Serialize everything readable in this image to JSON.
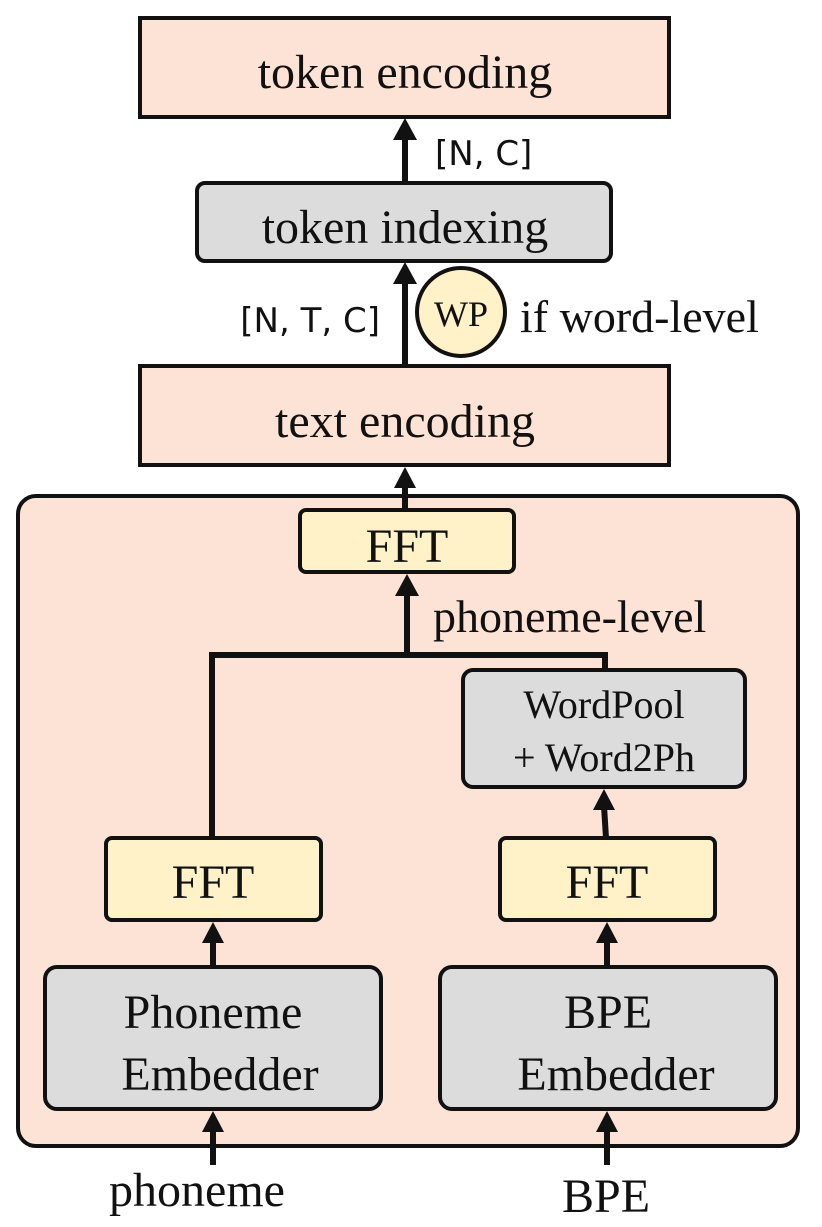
{
  "colors": {
    "salmon": "#fde2d6",
    "gray": "#dcdcdc",
    "yellow": "#fff2c8",
    "stroke": "#111111"
  },
  "blocks": {
    "token_encoding": "token encoding",
    "token_indexing": "token indexing",
    "text_encoding": "text encoding",
    "fft_top": "FFT",
    "wordpool_line1": "WordPool",
    "wordpool_line2": "+ Word2Ph",
    "fft_left": "FFT",
    "fft_right": "FFT",
    "phoneme_embedder_line1": "Phoneme",
    "phoneme_embedder_line2": "Embedder",
    "bpe_embedder_line1": "BPE",
    "bpe_embedder_line2": "Embedder"
  },
  "labels": {
    "shape_nc": "[N, C]",
    "shape_ntc": "[N, T, C]",
    "wp_circle": "WP",
    "if_word_level": "if word-level",
    "phoneme_level": "phoneme-level",
    "input_phoneme": "phoneme",
    "input_bpe": "BPE"
  }
}
